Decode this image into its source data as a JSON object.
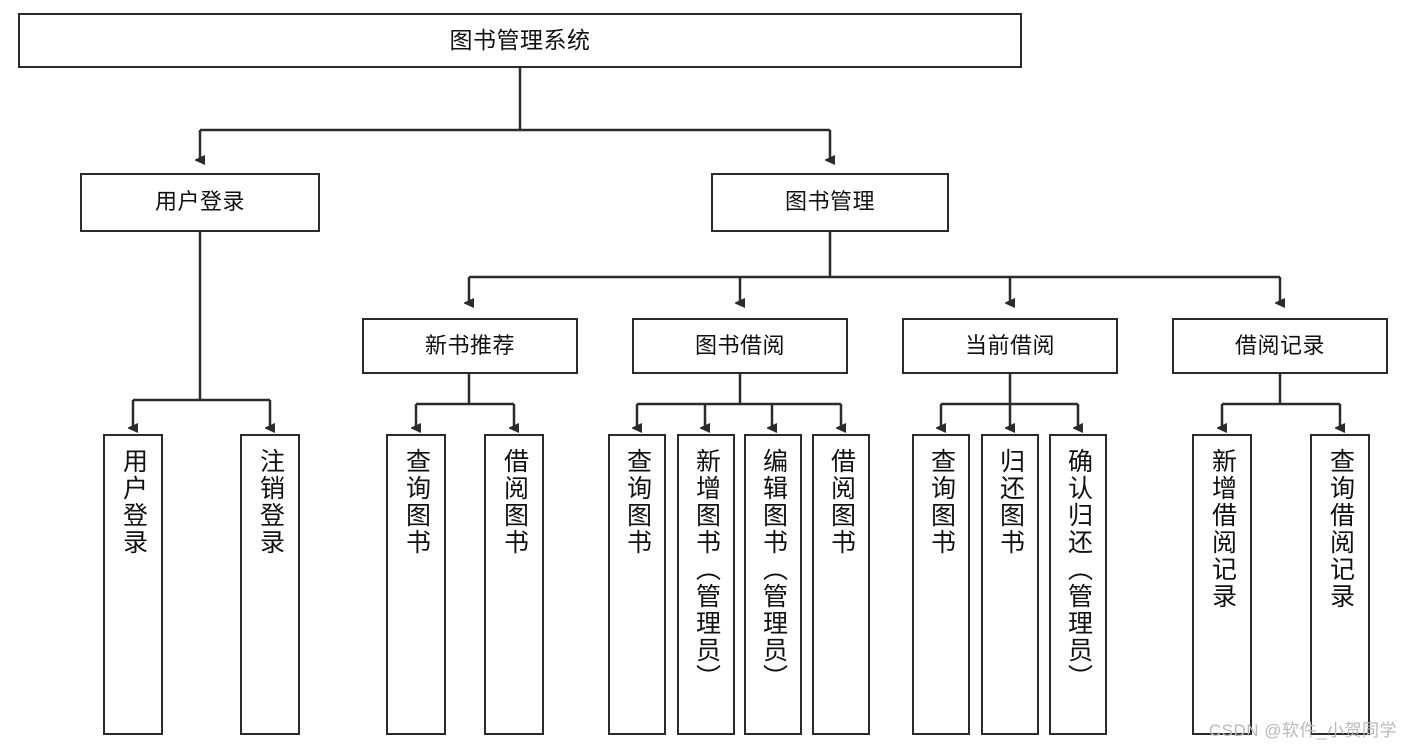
{
  "diagram": {
    "title": "图书管理系统",
    "type": "tree-hierarchy-chart",
    "watermark": "CSDN @软件_小贺同学",
    "line_color": "#2b2b2b",
    "background_color": "#ffffff",
    "root": {
      "id": "root",
      "label": "图书管理系统"
    },
    "level2": [
      {
        "id": "user-login",
        "label": "用户登录"
      },
      {
        "id": "book-manage",
        "label": "图书管理"
      }
    ],
    "level3": [
      {
        "id": "new-book-recommend",
        "label": "新书推荐",
        "parent": "book-manage"
      },
      {
        "id": "book-borrow",
        "label": "图书借阅",
        "parent": "book-manage"
      },
      {
        "id": "current-borrow",
        "label": "当前借阅",
        "parent": "book-manage"
      },
      {
        "id": "borrow-record",
        "label": "借阅记录",
        "parent": "book-manage"
      }
    ],
    "leaves": [
      {
        "id": "leaf-user-login",
        "label": "用户登录",
        "parent": "user-login"
      },
      {
        "id": "leaf-logout-login",
        "label": "注销登录",
        "parent": "user-login"
      },
      {
        "id": "leaf-query-book-1",
        "label": "查询图书",
        "parent": "new-book-recommend"
      },
      {
        "id": "leaf-borrow-book-1",
        "label": "借阅图书",
        "parent": "new-book-recommend"
      },
      {
        "id": "leaf-query-book-2",
        "label": "查询图书",
        "parent": "book-borrow"
      },
      {
        "id": "leaf-add-book",
        "label": "新增图书（管理员）",
        "parent": "book-borrow"
      },
      {
        "id": "leaf-edit-book",
        "label": "编辑图书（管理员）",
        "parent": "book-borrow"
      },
      {
        "id": "leaf-borrow-book-2",
        "label": "借阅图书",
        "parent": "book-borrow"
      },
      {
        "id": "leaf-query-book-3",
        "label": "查询图书",
        "parent": "current-borrow"
      },
      {
        "id": "leaf-return-book",
        "label": "归还图书",
        "parent": "current-borrow"
      },
      {
        "id": "leaf-confirm-return",
        "label": "确认归还（管理员）",
        "parent": "current-borrow"
      },
      {
        "id": "leaf-add-record",
        "label": "新增借阅记录",
        "parent": "borrow-record"
      },
      {
        "id": "leaf-query-record",
        "label": "查询借阅记录",
        "parent": "borrow-record"
      }
    ]
  }
}
